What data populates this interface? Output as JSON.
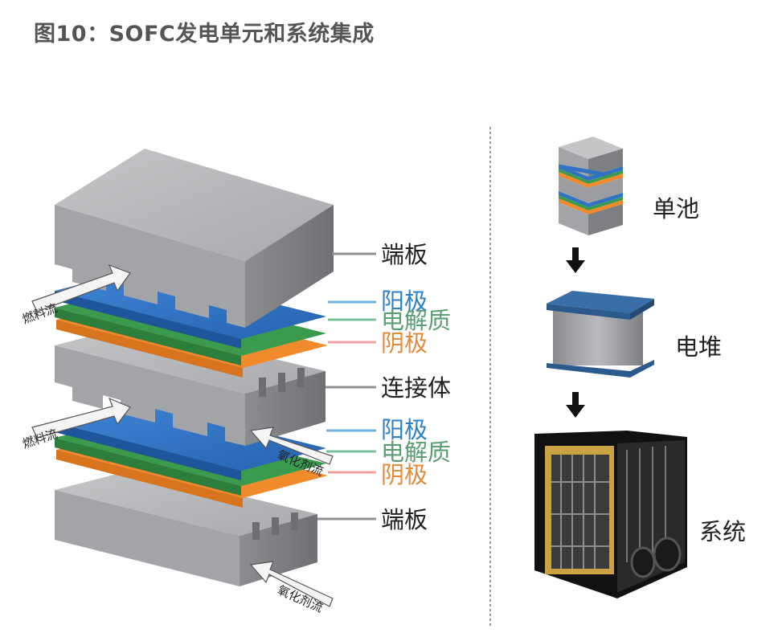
{
  "title": "图10：SOFC发电单元和系统集成",
  "colors": {
    "gray_top": "#b7b8ba",
    "gray_front": "#9c9da0",
    "gray_side": "#7e7f82",
    "blue": "#2f73c2",
    "green": "#3a9a4e",
    "orange": "#f08a2c",
    "label_dark": "#222222",
    "label_blue": "#2f7fc4",
    "label_green": "#5a9f73",
    "label_orange": "#e08a3c",
    "leader_gray": "#8f9093",
    "leader_blue": "#6fb1d8",
    "leader_green": "#7bbf9a",
    "leader_orange": "#f2a0a0",
    "divider": "#9a9a9a"
  },
  "labels": {
    "end_plate_top": "端板",
    "anode_1": "阳极",
    "electrolyte_1": "电解质",
    "cathode_1": "阴极",
    "interconnect": "连接体",
    "anode_2": "阳极",
    "electrolyte_2": "电解质",
    "cathode_2": "阴极",
    "end_plate_bottom": "端板"
  },
  "flows": {
    "fuel_1": "燃料流",
    "fuel_2": "燃料流",
    "oxidant_1": "氧化剂流",
    "oxidant_2": "氧化剂流"
  },
  "hierarchy": {
    "cell": "单池",
    "stack": "电堆",
    "system": "系统"
  }
}
